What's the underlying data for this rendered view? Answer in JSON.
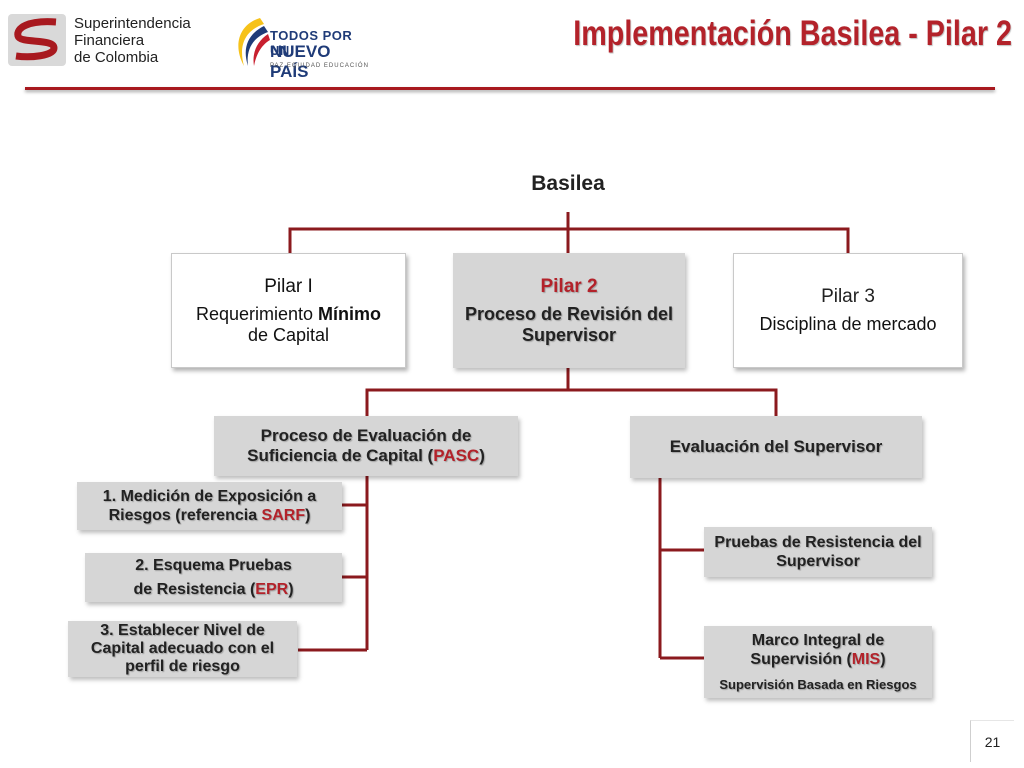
{
  "header": {
    "logo_sfc": {
      "line1": "Superintendencia",
      "line2": "Financiera",
      "line3": "de Colombia"
    },
    "logo_tpnp": {
      "line1": "TODOS POR UN",
      "line2": "NUEVO PAÍS",
      "line3": "PAZ  EQUIDAD  EDUCACIÓN"
    },
    "title": "Implementación  Basilea - Pilar 2"
  },
  "colors": {
    "accent": "#b3222a",
    "grey_box": "#d6d6d6",
    "connector": "#8b1a1e"
  },
  "root": {
    "label": "Basilea"
  },
  "pillars": [
    {
      "title": "Pilar I",
      "desc_pre": "Requerimiento ",
      "desc_bold": "Mínimo",
      "desc_post": "de Capital"
    },
    {
      "title": "Pilar 2",
      "desc": "Proceso de Revisión del Supervisor"
    },
    {
      "title": "Pilar 3",
      "desc": "Disciplina de mercado"
    }
  ],
  "branches": {
    "pasc": {
      "text_pre": "Proceso de Evaluación de Suficiencia de Capital (",
      "highlight": "PASC",
      "text_post": ")"
    },
    "supervisor": {
      "text": "Evaluación del Supervisor"
    }
  },
  "pasc_items": [
    {
      "text_pre": "1. Medición de  Exposición a Riesgos (referencia ",
      "highlight": "SARF",
      "text_post": ")"
    },
    {
      "line1": "2. Esquema Pruebas",
      "line2_pre": "de Resistencia (",
      "highlight": "EPR",
      "line2_post": ")"
    },
    {
      "text": "3. Establecer Nivel de Capital adecuado con el perfil de riesgo"
    }
  ],
  "supervisor_items": [
    {
      "text": "Pruebas de Resistencia del Supervisor"
    },
    {
      "text_pre": "Marco Integral de Supervisión (",
      "highlight": "MIS",
      "text_post": ")",
      "sub": "Supervisión Basada en Riesgos"
    }
  ],
  "page_number": "21"
}
